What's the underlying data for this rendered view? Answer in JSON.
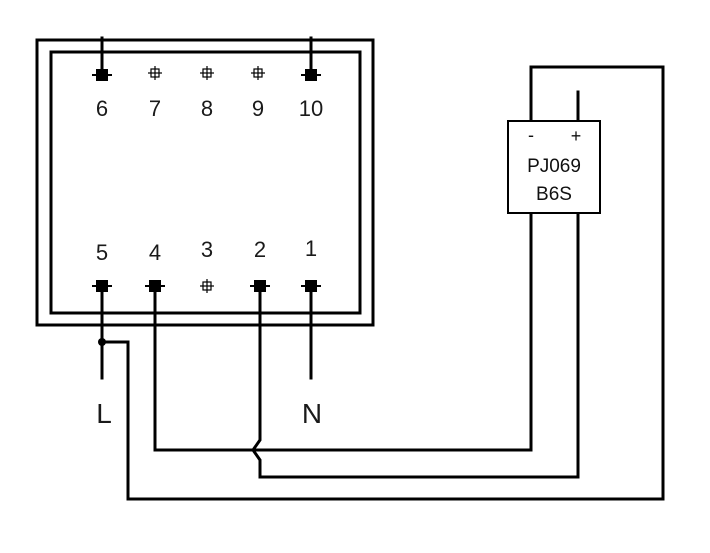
{
  "transformer": {
    "pins_top": [
      {
        "label": "6",
        "connected": true
      },
      {
        "label": "7",
        "connected": false
      },
      {
        "label": "8",
        "connected": false
      },
      {
        "label": "9",
        "connected": false
      },
      {
        "label": "10",
        "connected": true
      }
    ],
    "pins_bottom": [
      {
        "label": "5",
        "connected": true
      },
      {
        "label": "4",
        "connected": true
      },
      {
        "label": "3",
        "connected": false
      },
      {
        "label": "2",
        "connected": true
      },
      {
        "label": "1",
        "connected": true
      }
    ]
  },
  "rectifier": {
    "line1": "PJ069",
    "line2": "B6S",
    "minus": "-",
    "plus": "+"
  },
  "mains": {
    "live": "L",
    "neutral": "N"
  }
}
